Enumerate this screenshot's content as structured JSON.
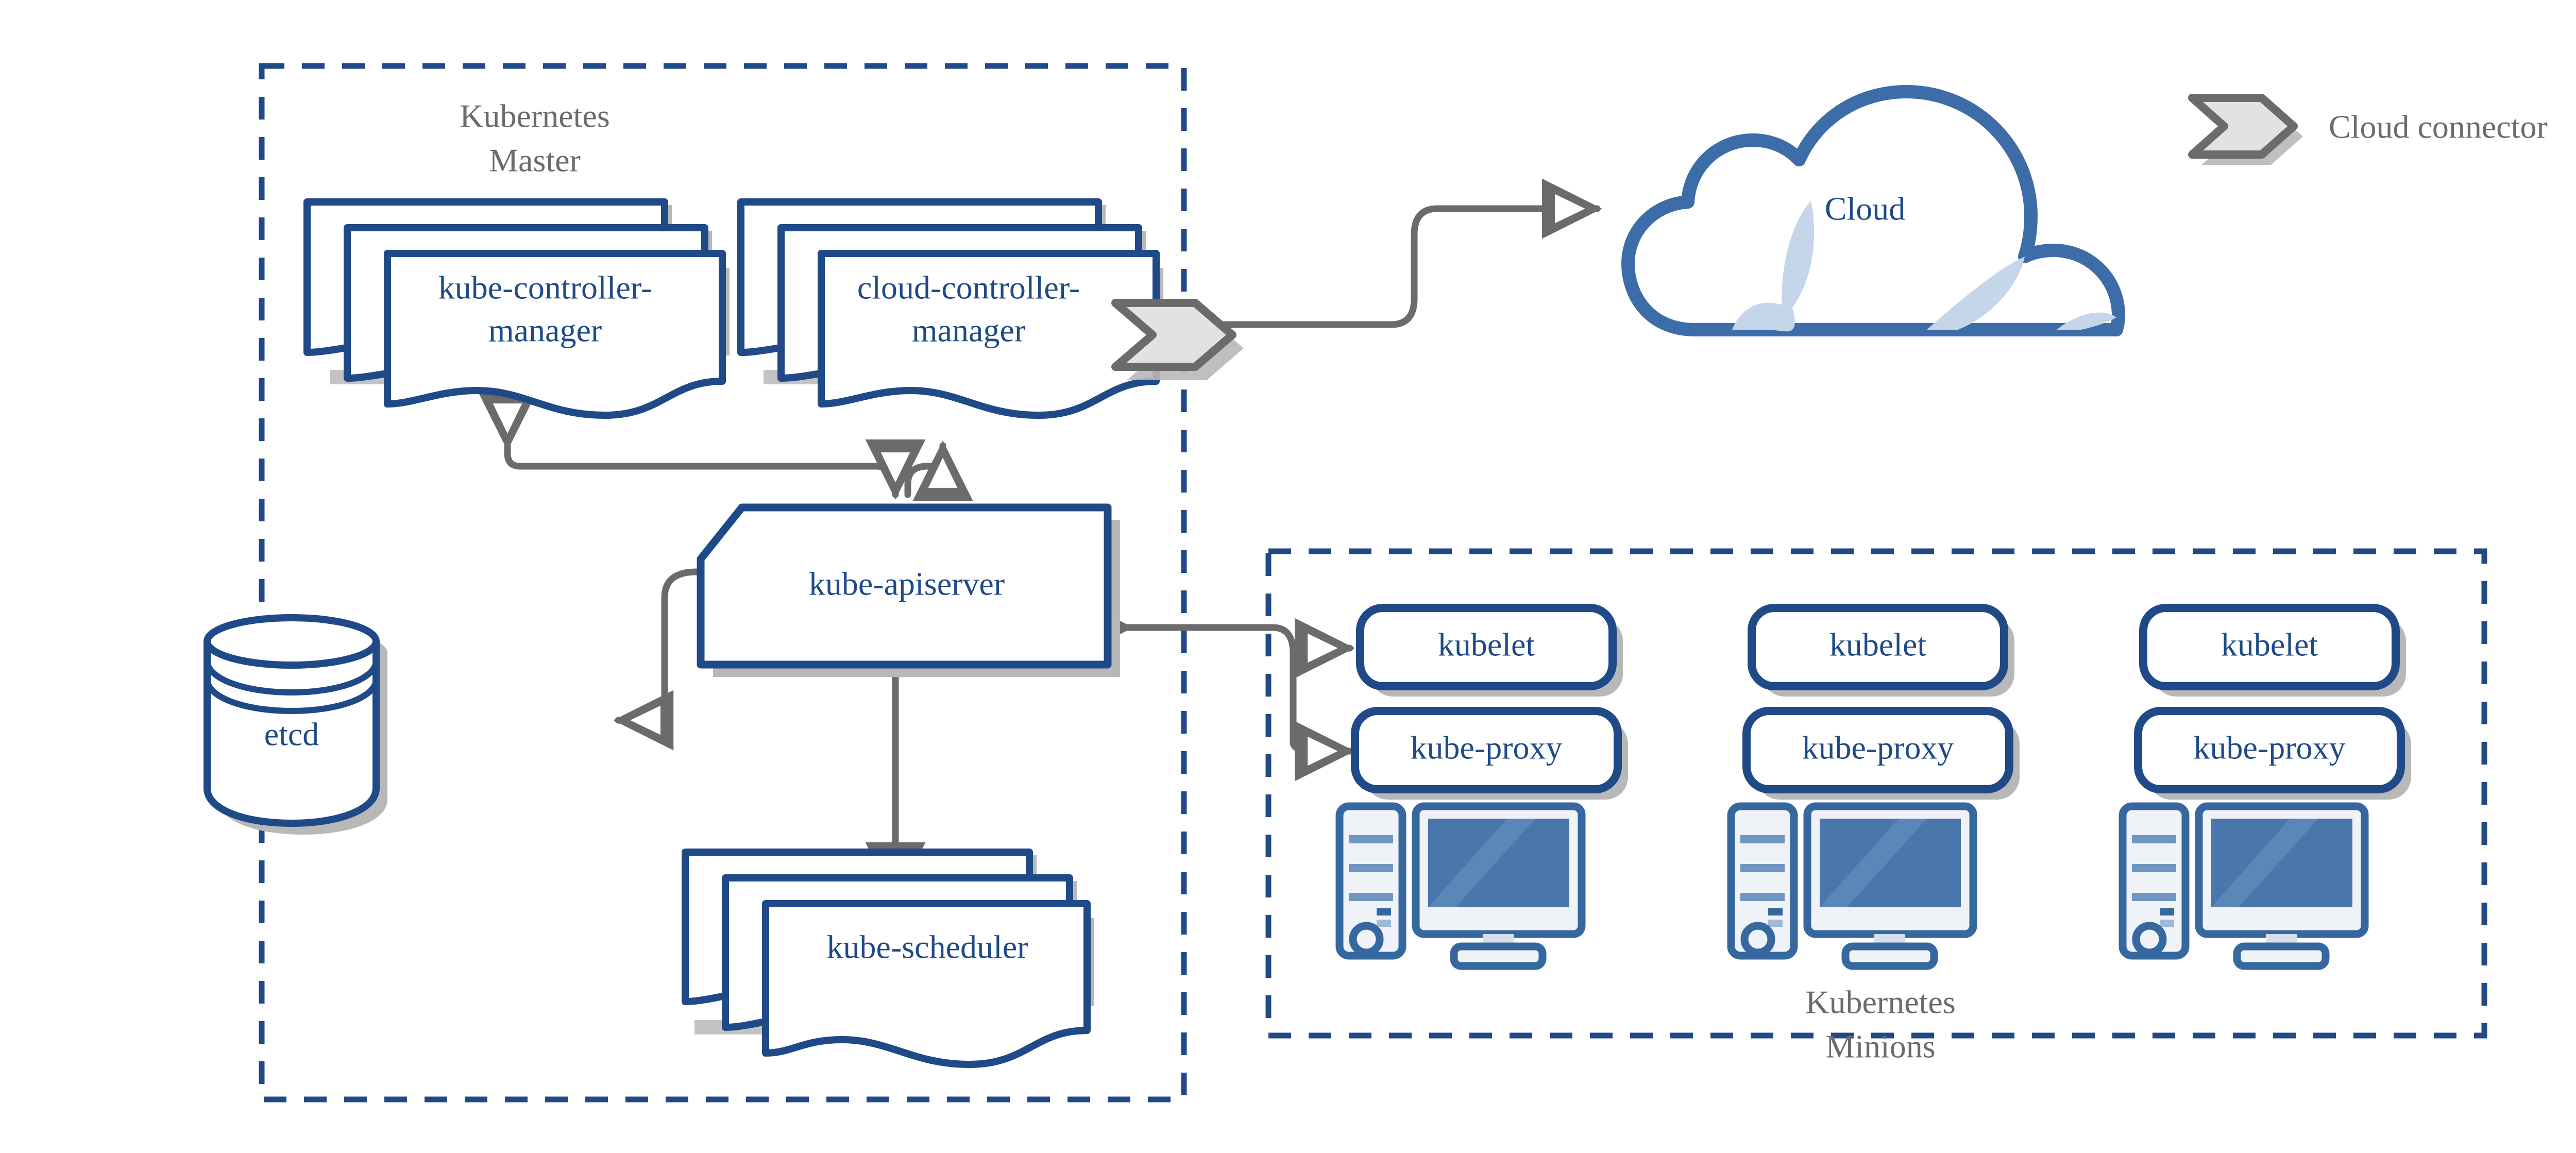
{
  "diagram": {
    "title": "Kubernetes architecture overview",
    "colors": {
      "node_border_blue": "#1f4a87",
      "cloud_stroke_blue": "#3d6da8",
      "cloud_accent_blue": "#c6d6ea",
      "icon_blue": "#36689f",
      "icon_screen_blue": "#4a77ab",
      "icon_light": "#eff2f7",
      "connector_gray": "#6b6b6b",
      "shadow_gray": "#b8b8b8",
      "chevron_fill": "#e2e2e2",
      "chevron_stroke": "#6b6b6b",
      "zone_dash_blue": "#1f4a87",
      "label_gray": "#6b6b6b",
      "background": "#ffffff"
    },
    "zones": [
      {
        "id": "master",
        "label_line1": "Kubernetes",
        "label_line2": "Master"
      },
      {
        "id": "minions",
        "label_line1": "Kubernetes",
        "label_line2": "Minions"
      }
    ],
    "master_nodes": [
      {
        "id": "kube-controller-manager",
        "label_line1": "kube-controller-",
        "label_line2": "manager",
        "shape": "stacked-document"
      },
      {
        "id": "cloud-controller-manager",
        "label_line1": "cloud-controller-",
        "label_line2": "manager",
        "shape": "stacked-document"
      },
      {
        "id": "kube-apiserver",
        "label_line1": "kube-apiserver",
        "label_line2": "",
        "shape": "beveled-box"
      },
      {
        "id": "etcd",
        "label_line1": "etcd",
        "label_line2": "",
        "shape": "cylinder"
      },
      {
        "id": "kube-scheduler",
        "label_line1": "kube-scheduler",
        "label_line2": "",
        "shape": "stacked-document"
      }
    ],
    "cloud": {
      "id": "cloud",
      "label": "Cloud",
      "shape": "cloud"
    },
    "legend": {
      "icon": "cloud-connector-chevron-icon",
      "label": "Cloud connector"
    },
    "minions": [
      {
        "id": "minion-1",
        "kubelet_label": "kubelet",
        "kube_proxy_label": "kube-proxy",
        "icon": "desktop-computer-icon"
      },
      {
        "id": "minion-2",
        "kubelet_label": "kubelet",
        "kube_proxy_label": "kube-proxy",
        "icon": "desktop-computer-icon"
      },
      {
        "id": "minion-3",
        "kubelet_label": "kubelet",
        "kube_proxy_label": "kube-proxy",
        "icon": "desktop-computer-icon"
      }
    ],
    "connectors": [
      {
        "from": "bus",
        "to": "kube-controller-manager",
        "direction": "up"
      },
      {
        "from": "bus",
        "to": "cloud-controller-manager",
        "direction": "up"
      },
      {
        "from": "bus",
        "to": "kube-apiserver",
        "direction": "down"
      },
      {
        "from": "kube-apiserver",
        "to": "etcd",
        "direction": "bidirectional-loop"
      },
      {
        "from": "kube-apiserver",
        "to": "kube-scheduler",
        "direction": "bidirectional"
      },
      {
        "from": "cloud-controller-manager",
        "to": "cloud",
        "direction": "right"
      },
      {
        "from": "minion-1",
        "to": "kube-apiserver",
        "direction": "left"
      },
      {
        "from": "bus",
        "to": "minion-1-kubelet",
        "direction": "right"
      },
      {
        "from": "bus",
        "to": "minion-1-kube-proxy",
        "direction": "right"
      }
    ]
  }
}
